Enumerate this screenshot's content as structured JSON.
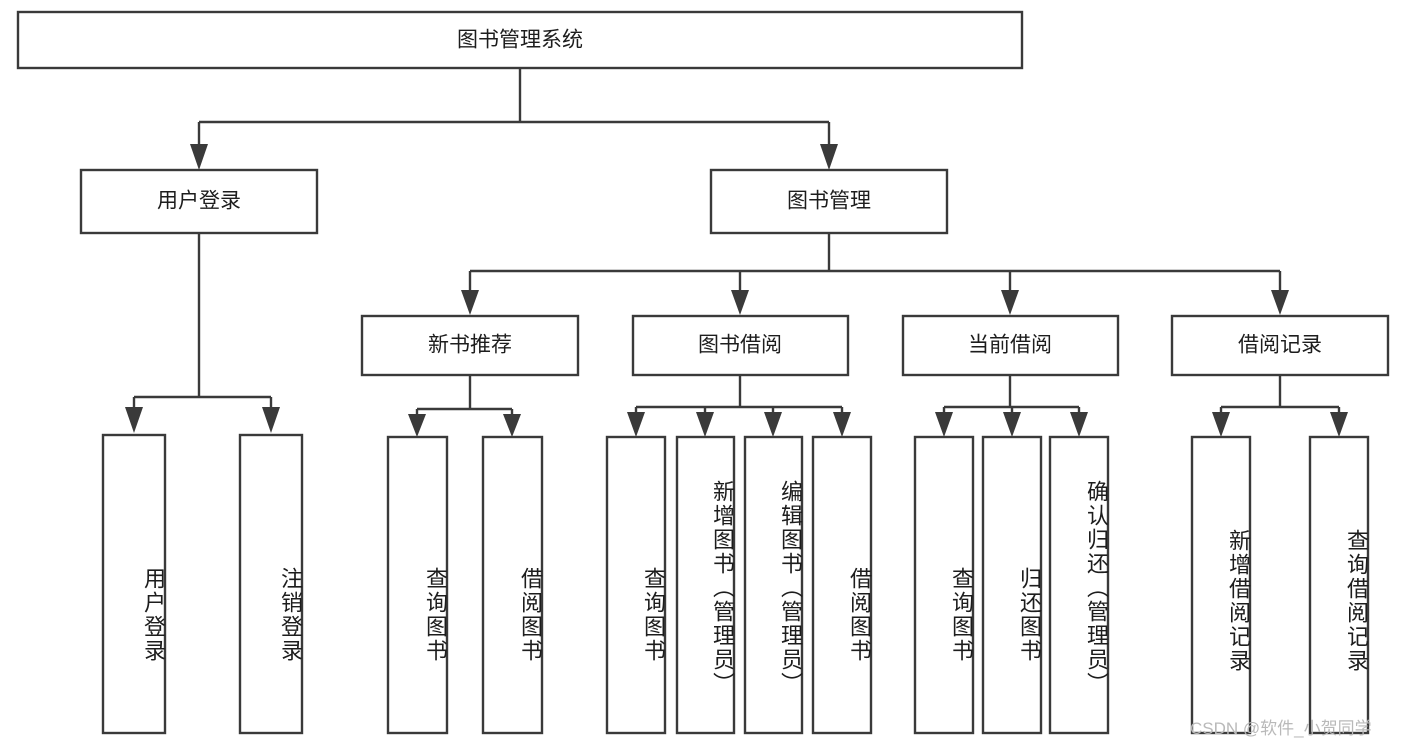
{
  "diagram": {
    "title": "图书管理系统",
    "type": "hierarchy-tree",
    "watermark": "CSDN @软件_小贺同学",
    "colors": {
      "box_stroke": "#3a3a3a",
      "box_fill": "#ffffff",
      "text": "#1d1d1d",
      "background": "#ffffff",
      "watermark": "#b9b9b9"
    },
    "root": {
      "label": "图书管理系统"
    },
    "level2": [
      {
        "label": "用户登录"
      },
      {
        "label": "图书管理"
      }
    ],
    "level3": [
      {
        "label": "新书推荐"
      },
      {
        "label": "图书借阅"
      },
      {
        "label": "当前借阅"
      },
      {
        "label": "借阅记录"
      }
    ],
    "leaves": {
      "user_login": [
        {
          "label": "用户登录"
        },
        {
          "label": "注销登录"
        }
      ],
      "new_book_recommend": [
        {
          "label": "查询图书"
        },
        {
          "label": "借阅图书"
        }
      ],
      "book_borrow": [
        {
          "label": "查询图书"
        },
        {
          "label": "新增图书（管理员）"
        },
        {
          "label": "编辑图书（管理员）"
        },
        {
          "label": "借阅图书"
        }
      ],
      "current_borrow": [
        {
          "label": "查询图书"
        },
        {
          "label": "归还图书"
        },
        {
          "label": "确认归还（管理员）"
        }
      ],
      "borrow_records": [
        {
          "label": "新增借阅记录"
        },
        {
          "label": "查询借阅记录"
        }
      ]
    }
  }
}
